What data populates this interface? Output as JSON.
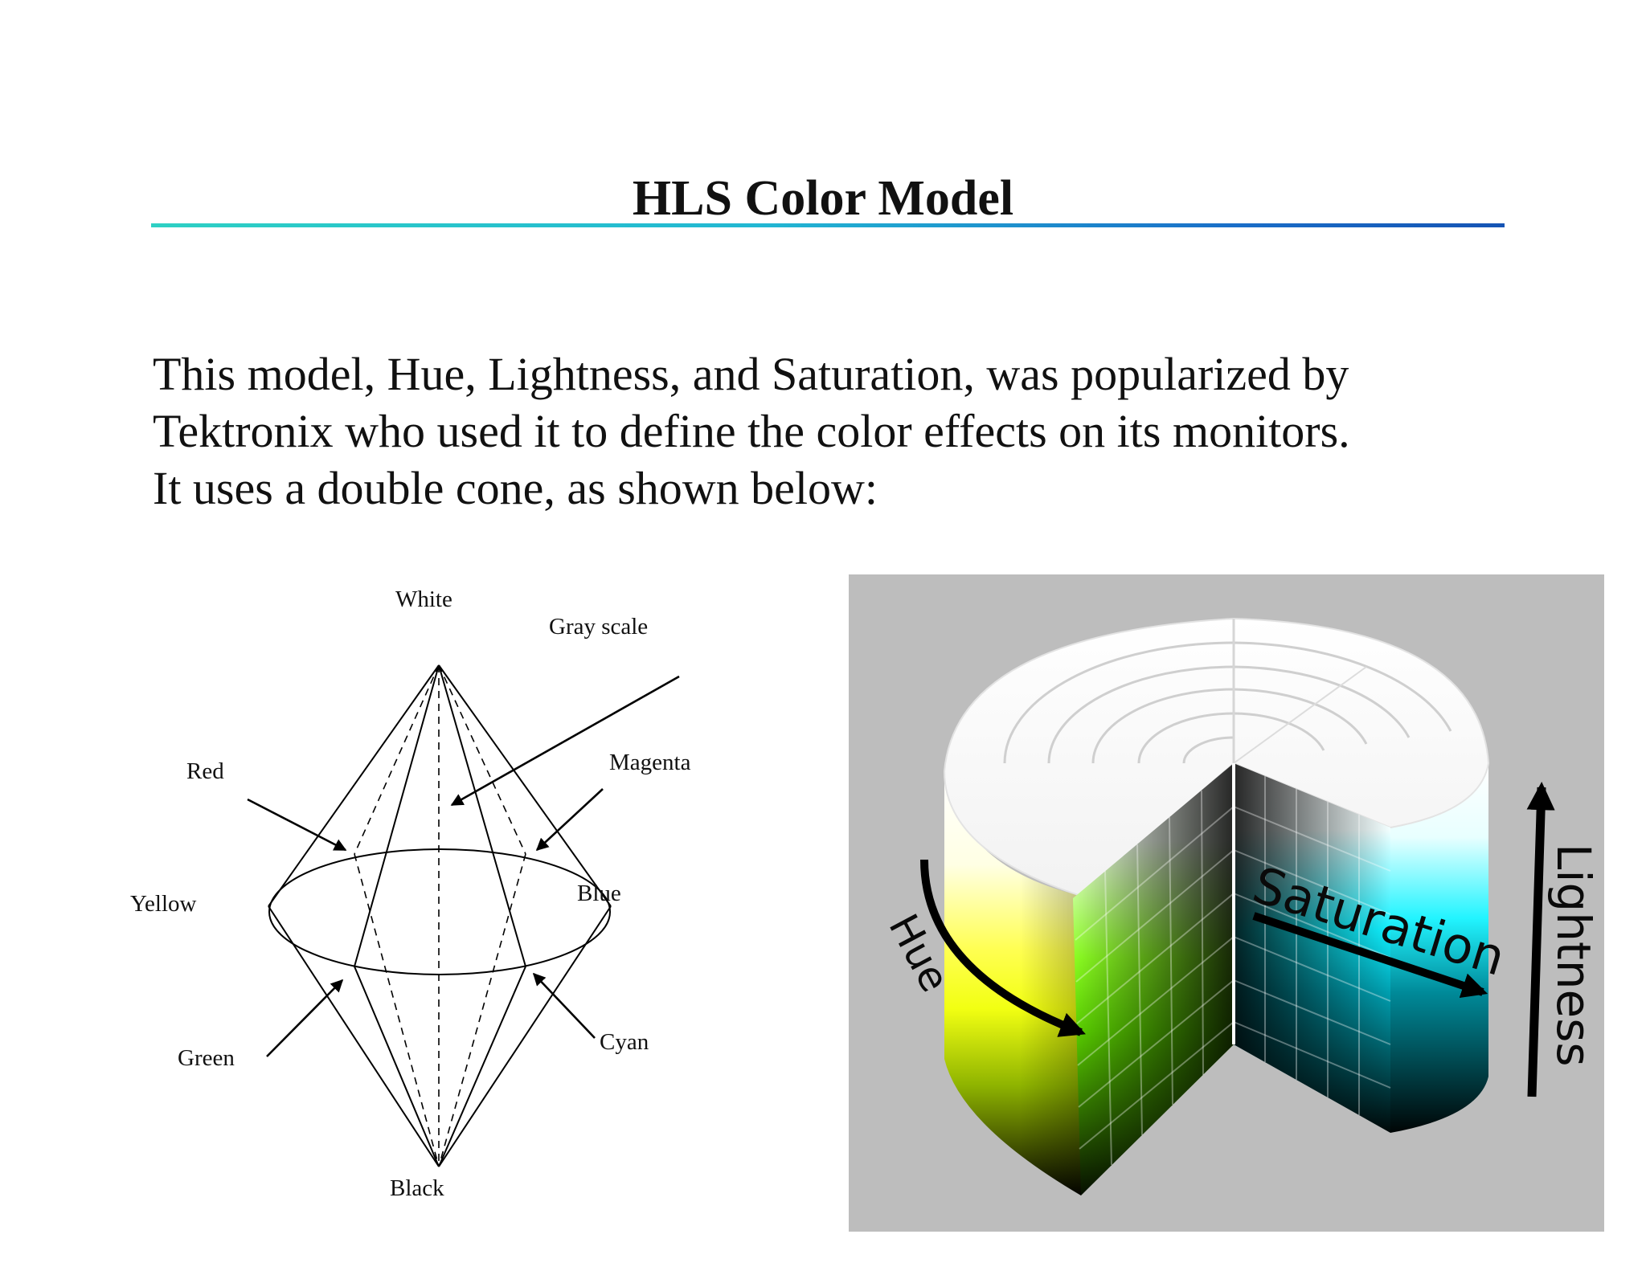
{
  "slide": {
    "title": "HLS Color Model",
    "lines": [
      "This model, Hue, Lightness, and Saturation, was popularized by",
      "Tektronix  who used it to define the color effects on its monitors.",
      "It uses a double cone,  as shown below:"
    ]
  },
  "cone_diagram": {
    "labels": {
      "white": "White",
      "gray_scale": "Gray scale",
      "red": "Red",
      "magenta": "Magenta",
      "yellow": "Yellow",
      "blue": "Blue",
      "green": "Green",
      "cyan": "Cyan",
      "black": "Black"
    }
  },
  "cylinder_diagram": {
    "labels": {
      "hue": "Hue",
      "saturation": "Saturation",
      "lightness": "Lightness"
    },
    "colors": {
      "background": "#bdbdbd",
      "hue_yellow": "#ffff20",
      "hue_green": "#7cff00",
      "saturation_cyan": "#00f0ff"
    }
  },
  "colors": {
    "title_rule_start": "#2ed0c4",
    "title_rule_end": "#1554b4"
  }
}
